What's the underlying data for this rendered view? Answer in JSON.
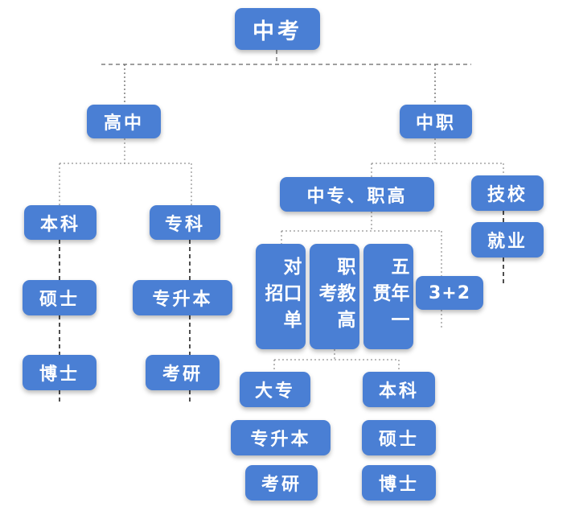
{
  "diagram": {
    "root": "中考",
    "gaozhong": {
      "label": "高中",
      "benke": {
        "label": "本科",
        "steps": [
          "硕士",
          "博士"
        ]
      },
      "zhuanke": {
        "label": "专科",
        "steps": [
          "专升本",
          "考研"
        ]
      }
    },
    "zhongzhi": {
      "label": "中职",
      "zhongzhuan": "中专、职高",
      "jixiao": "技校",
      "jiuye": "就业",
      "routes": [
        "对口单招",
        "职教高考",
        "五年一贯",
        "3+2"
      ],
      "dazhuan": {
        "label": "大专",
        "steps": [
          "专升本",
          "考研"
        ]
      },
      "benke": {
        "label": "本科",
        "steps": [
          "硕士",
          "博士"
        ]
      }
    }
  },
  "colors": {
    "box": "#4a7fd4",
    "text": "#ffffff",
    "line": "#666666"
  }
}
